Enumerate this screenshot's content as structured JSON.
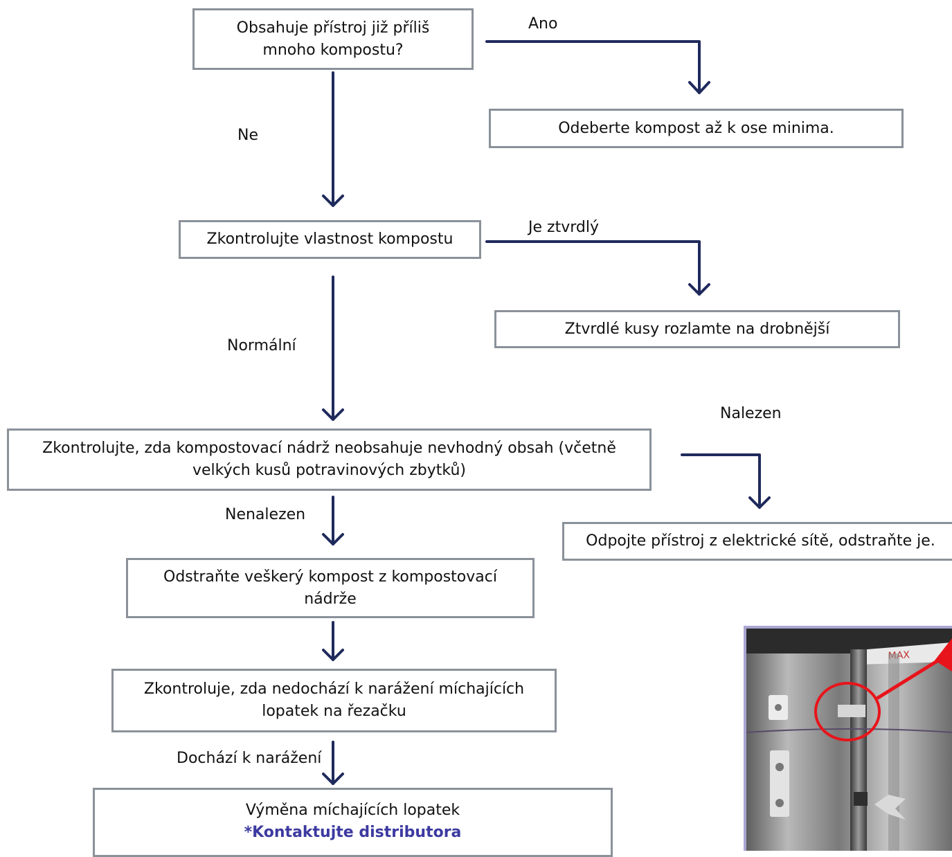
{
  "nodes": {
    "q_full": {
      "line1": "Obsahuje přístroj již příliš",
      "line2": "mnoho kompostu?"
    },
    "remove_min": {
      "text": "Odeberte kompost až k ose minima."
    },
    "check_property": {
      "text": "Zkontrolujte vlastnost kompostu"
    },
    "break_pieces": {
      "text": "Ztvrdlé kusy rozlamte na drobnější"
    },
    "check_tank": {
      "line1": "Zkontrolujte, zda kompostovací nádrž neobsahuje nevhodný obsah (včetně",
      "line2": "velkých kusů potravinových zbytků)"
    },
    "unplug": {
      "text": "Odpojte přístroj z elektrické sítě, odstraňte je."
    },
    "remove_all": {
      "line1": "Odstraňte veškerý kompost z kompostovací",
      "line2": "nádrže"
    },
    "check_blades": {
      "line1": "Zkontroluje, zda nedochází k narážení míchajících",
      "line2": "lopatek na řezačku"
    },
    "replace": {
      "line1": "Výměna míchajících lopatek",
      "line2": "*Kontaktujte distributora"
    }
  },
  "labels": {
    "ano": "Ano",
    "ne": "Ne",
    "je_ztvrdly": "Je ztvrdlý",
    "normalni": "Normální",
    "nalezen": "Nalezen",
    "nenalezen": "Nenalezen",
    "dochazi": "Dochází k narážení"
  },
  "photo": {
    "tag_text": "MAX"
  },
  "colors": {
    "arrow": "#1f2a5c",
    "box_border": "#8a9199",
    "contact": "#3c3aa0",
    "highlight": "#e8141b",
    "photo_frame": "#a9a6d2"
  }
}
